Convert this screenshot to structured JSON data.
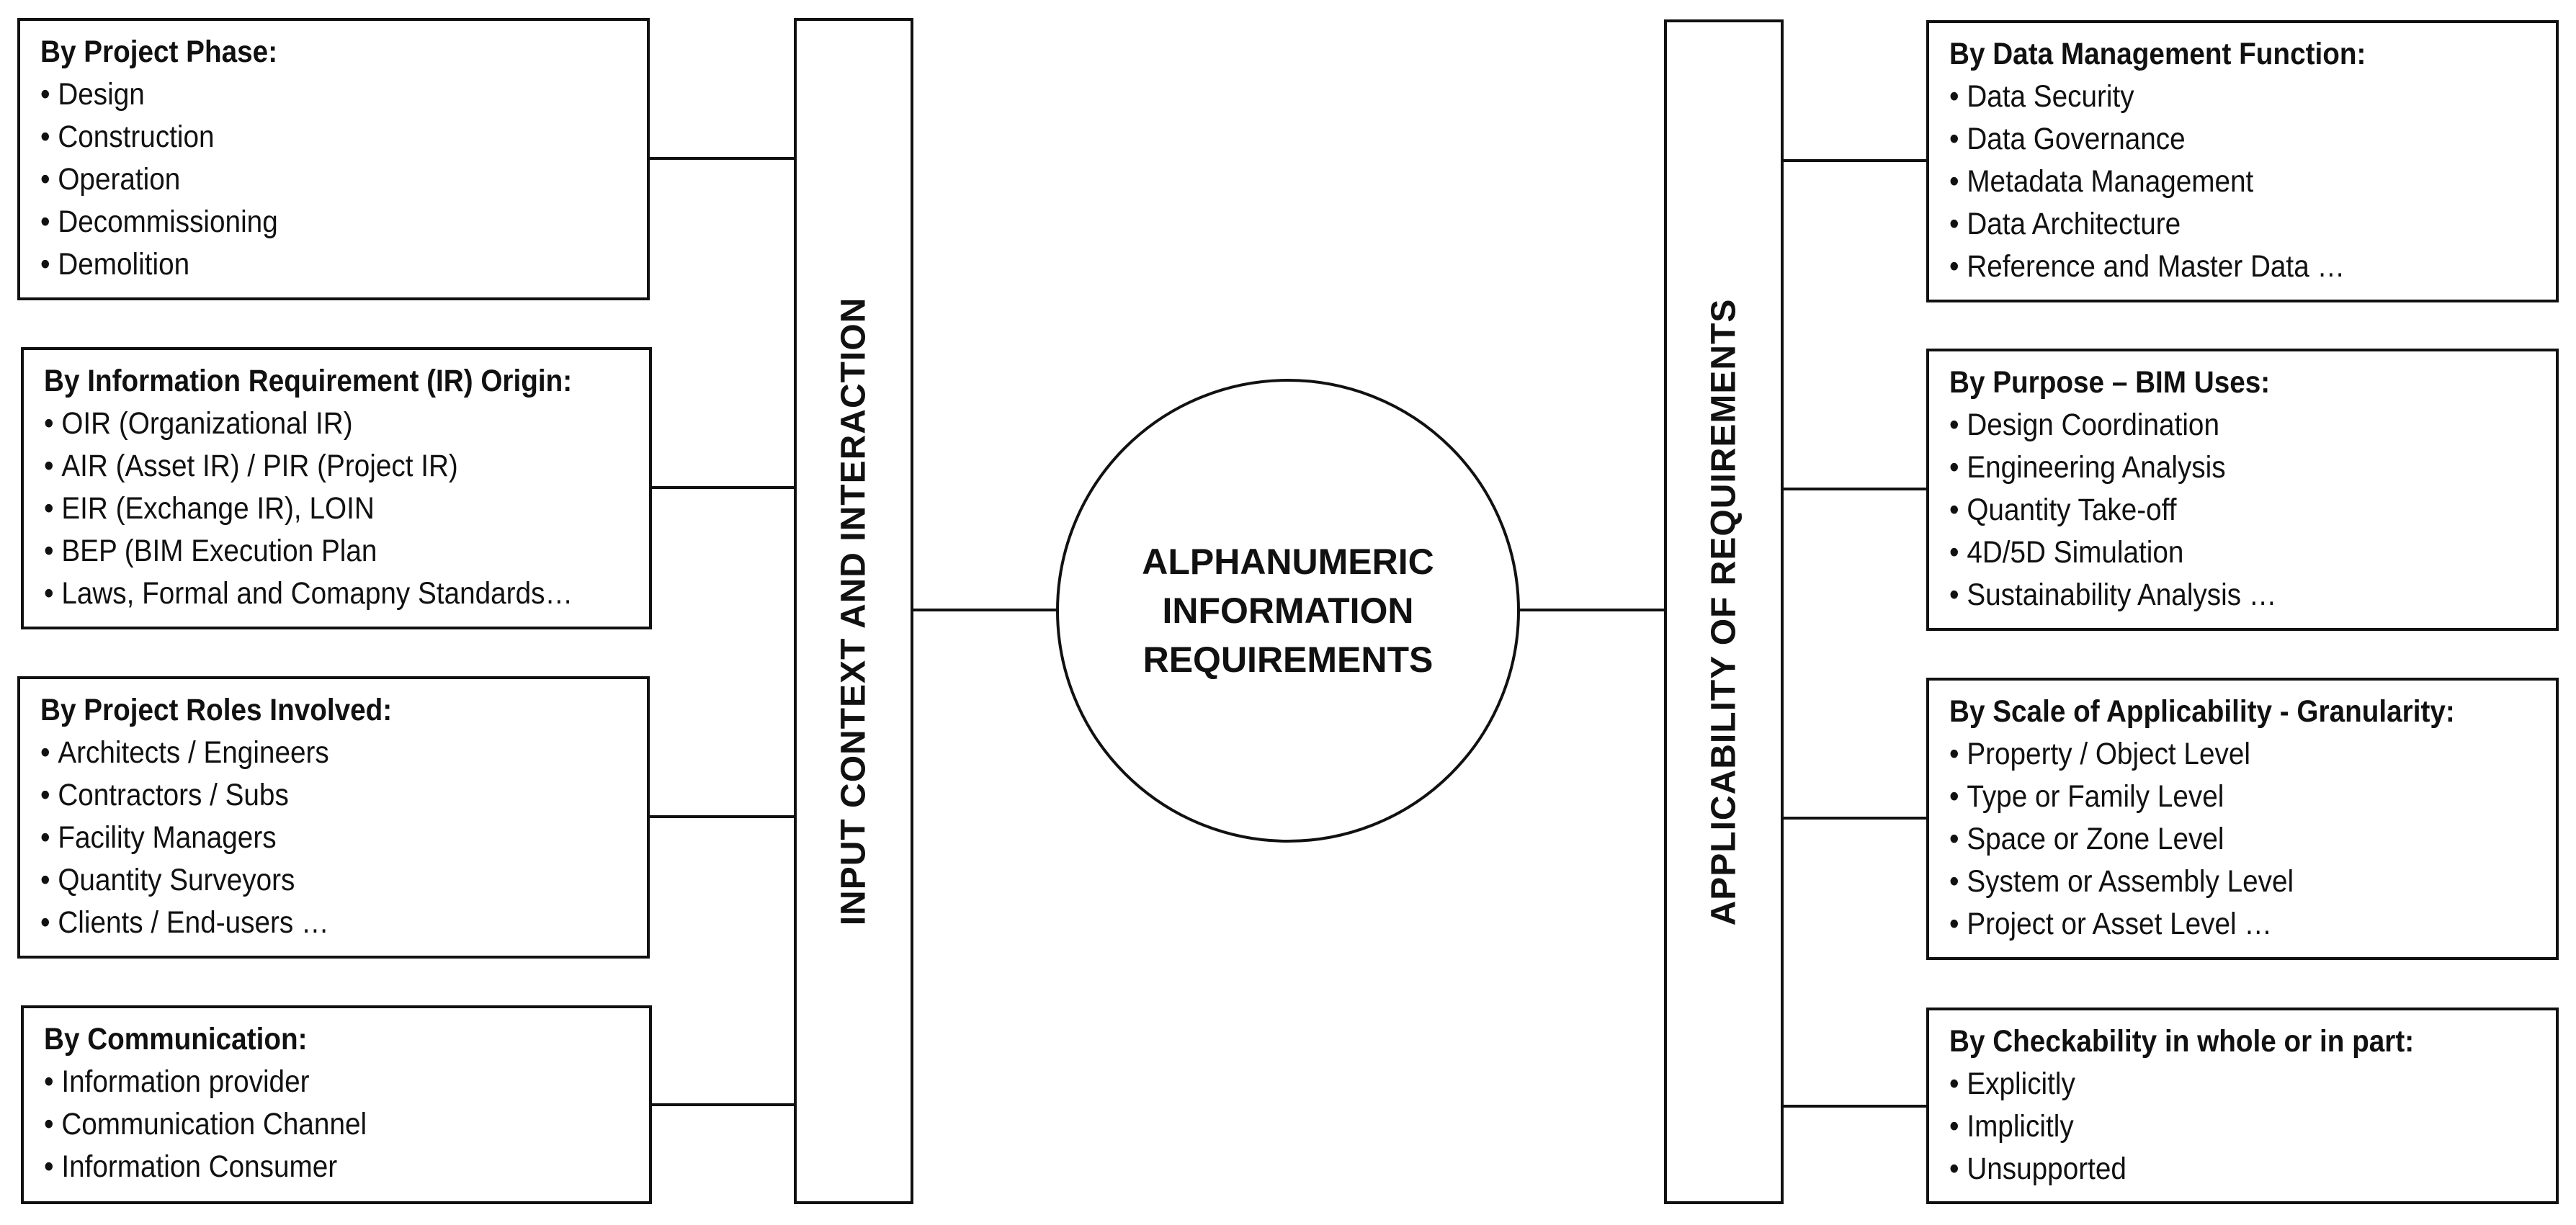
{
  "center": {
    "lines": [
      "ALPHANUMERIC",
      "INFORMATION",
      "REQUIREMENTS"
    ]
  },
  "left_bar": {
    "label": "INPUT CONTEXT AND INTERACTION"
  },
  "right_bar": {
    "label": "APPLICABILITY OF REQUIREMENTS"
  },
  "left_boxes": [
    {
      "title": "By Project Phase:",
      "items": [
        "Design",
        "Construction",
        "Operation",
        "Decommissioning",
        "Demolition"
      ]
    },
    {
      "title": "By Information Requirement (IR) Origin:",
      "items": [
        "OIR (Organizational IR)",
        "AIR (Asset IR) / PIR (Project IR)",
        "EIR (Exchange IR), LOIN",
        "BEP (BIM Execution Plan",
        "Laws, Formal and Comapny Standards…"
      ]
    },
    {
      "title": "By Project Roles Involved:",
      "items": [
        "Architects / Engineers",
        "Contractors / Subs",
        "Facility Managers",
        "Quantity Surveyors",
        "Clients / End-users …"
      ]
    },
    {
      "title": "By Communication:",
      "items": [
        "Information provider",
        "Communication Channel",
        "Information Consumer"
      ]
    }
  ],
  "right_boxes": [
    {
      "title": "By Data Management Function:",
      "items": [
        "Data Security",
        "Data Governance",
        "Metadata  Management",
        "Data Architecture",
        "Reference and Master Data …"
      ]
    },
    {
      "title": "By Purpose – BIM Uses:",
      "items": [
        "Design Coordination",
        "Engineering Analysis",
        "Quantity Take-off",
        "4D/5D Simulation",
        "Sustainability Analysis …"
      ]
    },
    {
      "title": "By Scale of Applicability - Granularity:",
      "items": [
        "Property / Object Level",
        "Type or Family Level",
        "Space or Zone Level",
        "System or Assembly Level",
        "Project or Asset Level …"
      ]
    },
    {
      "title": "By Checkability in whole or in part:",
      "items": [
        "Explicitly",
        "Implicitly",
        "Unsupported"
      ]
    }
  ]
}
